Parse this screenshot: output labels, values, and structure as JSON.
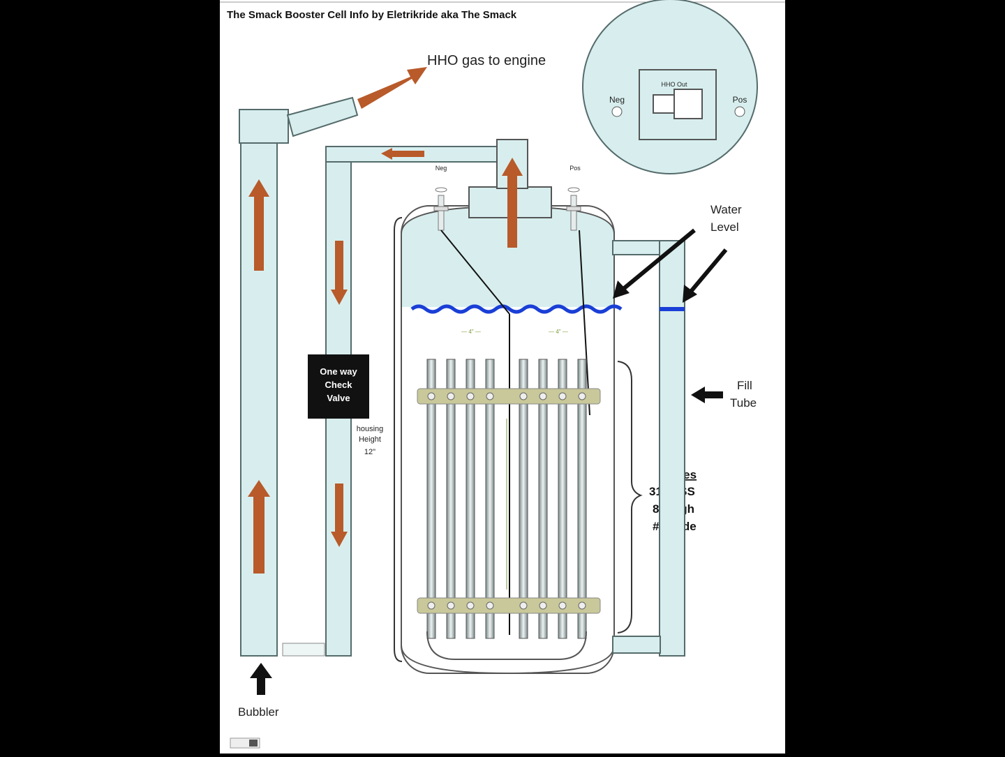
{
  "title": "The Smack Booster Cell Info by Eletrikride aka The Smack",
  "labels": {
    "hho_gas": "HHO gas to engine",
    "water_level_1": "Water",
    "water_level_2": "Level",
    "fill_tube_1": "Fill",
    "fill_tube_2": "Tube",
    "bubbler": "Bubbler",
    "check_valve_1": "One way",
    "check_valve_2": "Check",
    "check_valve_3": "Valve",
    "housing_1": "housing",
    "housing_2": "Height",
    "housing_3": "12\"",
    "plates_title": "Plates",
    "plates_material": "316L SS",
    "plates_high": "8\" High",
    "plates_wide": "#\" Wide",
    "neg_small": "Neg",
    "pos_small": "Pos",
    "inset_neg": "Neg",
    "inset_pos": "Pos",
    "inset_hho_out": "HHO Out"
  },
  "colors": {
    "background": "#000000",
    "paper": "#ffffff",
    "tube_fill": "#d8eeee",
    "tube_stroke": "#556b6b",
    "water_line": "#1a3fd6",
    "arrow": "#b85a2a",
    "valve_box": "#111111",
    "plate_rod": "#c8c89a"
  },
  "icons": [
    "up-arrow-icon",
    "down-arrow-icon",
    "left-arrow-icon",
    "pointer-arrow-icon"
  ]
}
